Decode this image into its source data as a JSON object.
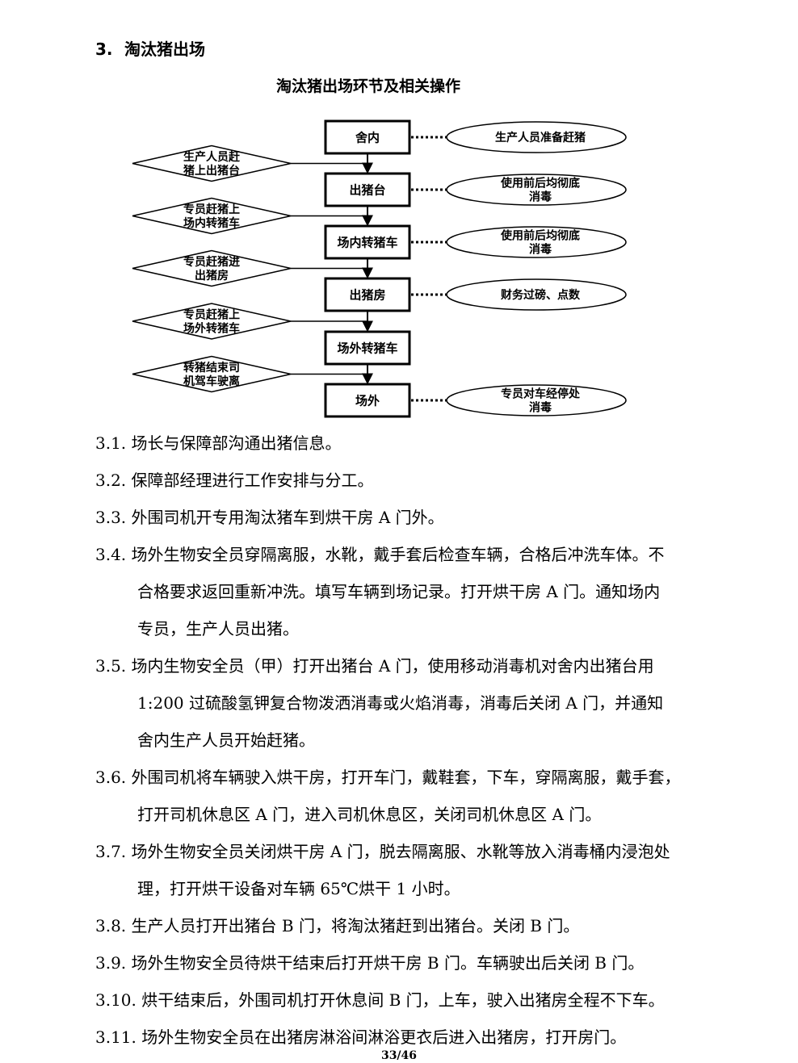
{
  "section": {
    "number": "3.",
    "title": "淘汰猪出场"
  },
  "flowchart": {
    "title": "淘汰猪出场环节及相关操作",
    "steps": [
      "舍内",
      "出猪台",
      "场内转猪车",
      "出猪房",
      "场外转猪车",
      "场外"
    ],
    "actions": [
      [
        "生产人员赶",
        "猪上出猪台"
      ],
      [
        "专员赶猪上",
        "场内转猪车"
      ],
      [
        "专员赶猪进",
        "出猪房"
      ],
      [
        "专员赶猪上",
        "场外转猪车"
      ],
      [
        "转猪结束司",
        "机驾车驶离"
      ]
    ],
    "notes": [
      [
        "生产人员准备赶猪"
      ],
      [
        "使用前后均彻底",
        "消毒"
      ],
      [
        "使用前后均彻底",
        "消毒"
      ],
      [
        "财务过磅、点数"
      ],
      [],
      [
        "专员对车经停处",
        "消毒"
      ]
    ]
  },
  "paragraphs": [
    {
      "num": "3.1.",
      "lines": [
        "场长与保障部沟通出猪信息。"
      ]
    },
    {
      "num": "3.2.",
      "lines": [
        "保障部经理进行工作安排与分工。"
      ]
    },
    {
      "num": "3.3.",
      "lines": [
        "外围司机开专用淘汰猪车到烘干房 A 门外。"
      ]
    },
    {
      "num": "3.4.",
      "lines": [
        "场外生物安全员穿隔离服，水靴，戴手套后检查车辆，合格后冲洗车体。不",
        "合格要求返回重新冲洗。填写车辆到场记录。打开烘干房 A 门。通知场内",
        "专员，生产人员出猪。"
      ]
    },
    {
      "num": "3.5.",
      "lines": [
        "场内生物安全员（甲）打开出猪台 A 门，使用移动消毒机对舍内出猪台用",
        "1:200 过硫酸氢钾复合物泼洒消毒或火焰消毒，消毒后关闭 A 门，并通知",
        "舍内生产人员开始赶猪。"
      ]
    },
    {
      "num": "3.6.",
      "lines": [
        "外围司机将车辆驶入烘干房，打开车门，戴鞋套，下车，穿隔离服，戴手套，",
        "打开司机休息区 A 门，进入司机休息区，关闭司机休息区 A 门。"
      ]
    },
    {
      "num": "3.7.",
      "lines": [
        "场外生物安全员关闭烘干房 A 门，脱去隔离服、水靴等放入消毒桶内浸泡处",
        "理，打开烘干设备对车辆 65℃烘干 1 小时。"
      ]
    },
    {
      "num": "3.8.",
      "lines": [
        "生产人员打开出猪台 B 门，将淘汰猪赶到出猪台。关闭 B 门。"
      ]
    },
    {
      "num": "3.9.",
      "lines": [
        "场外生物安全员待烘干结束后打开烘干房 B 门。车辆驶出后关闭 B 门。"
      ]
    },
    {
      "num": "3.10.",
      "lines": [
        "烘干结束后，外围司机打开休息间 B 门，上车，驶入出猪房全程不下车。"
      ]
    },
    {
      "num": "3.11.",
      "lines": [
        "场外生物安全员在出猪房淋浴间淋浴更衣后进入出猪房，打开房门。"
      ]
    }
  ],
  "footer": {
    "page": "33/46"
  }
}
